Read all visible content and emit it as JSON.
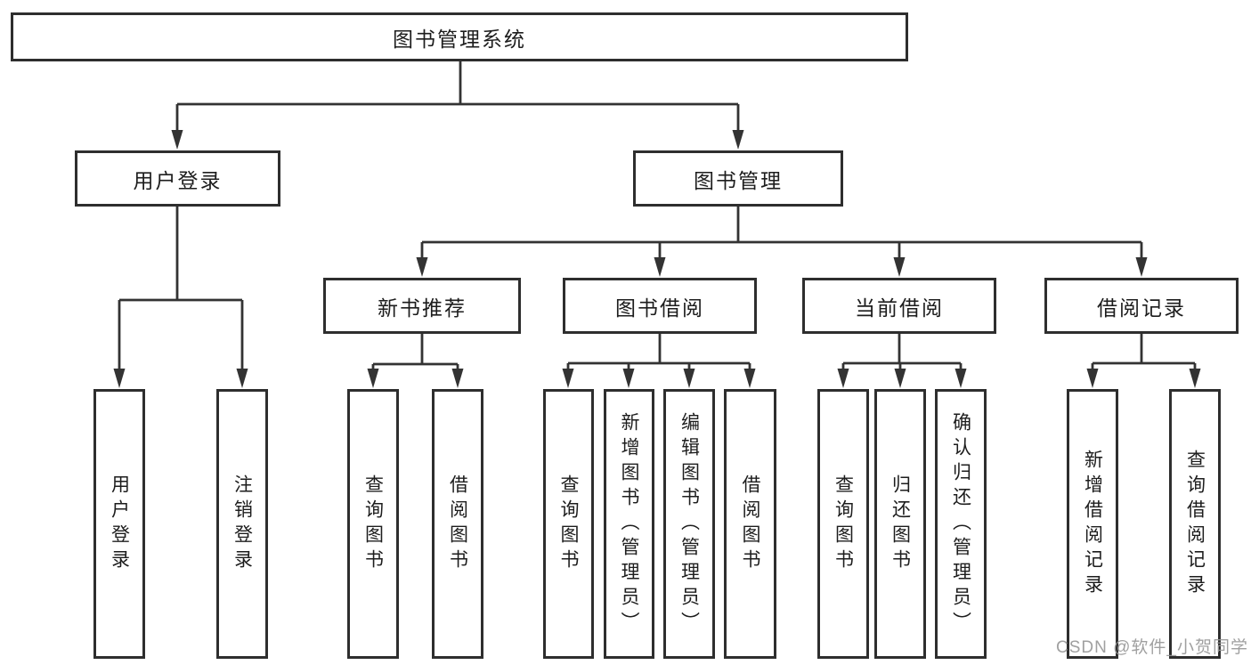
{
  "diagram": {
    "root": {
      "label": "图书管理系统"
    },
    "level2": {
      "user_login": {
        "label": "用户登录"
      },
      "book_management": {
        "label": "图书管理"
      }
    },
    "user_login_children": {
      "user_login_leaf": {
        "label": "用户登录"
      },
      "logout_leaf": {
        "label": "注销登录"
      }
    },
    "level3": {
      "new_book_recommend": {
        "label": "新书推荐"
      },
      "book_borrowing": {
        "label": "图书借阅"
      },
      "current_borrowing": {
        "label": "当前借阅"
      },
      "borrowing_records": {
        "label": "借阅记录"
      }
    },
    "new_book_recommend_children": {
      "query_books": {
        "label": "查询图书"
      },
      "borrow_books": {
        "label": "借阅图书"
      }
    },
    "book_borrowing_children": {
      "query_books": {
        "label": "查询图书"
      },
      "add_books_admin": {
        "label": "新增图书（管理员）"
      },
      "edit_books_admin": {
        "label": "编辑图书（管理员）"
      },
      "borrow_books": {
        "label": "借阅图书"
      }
    },
    "current_borrowing_children": {
      "query_books": {
        "label": "查询图书"
      },
      "return_books": {
        "label": "归还图书"
      },
      "confirm_return_admin": {
        "label": "确认归还（管理员）"
      }
    },
    "borrowing_records_children": {
      "add_borrow_record": {
        "label": "新增借阅记录"
      },
      "query_borrow_record": {
        "label": "查询借阅记录"
      }
    }
  },
  "watermark": {
    "text": "CSDN @软件_小贺同学"
  },
  "colors": {
    "line": "#333333",
    "box_border": "#2e2e2e",
    "text": "#1d1d1d",
    "watermark": "#969696",
    "background": "#ffffff"
  }
}
